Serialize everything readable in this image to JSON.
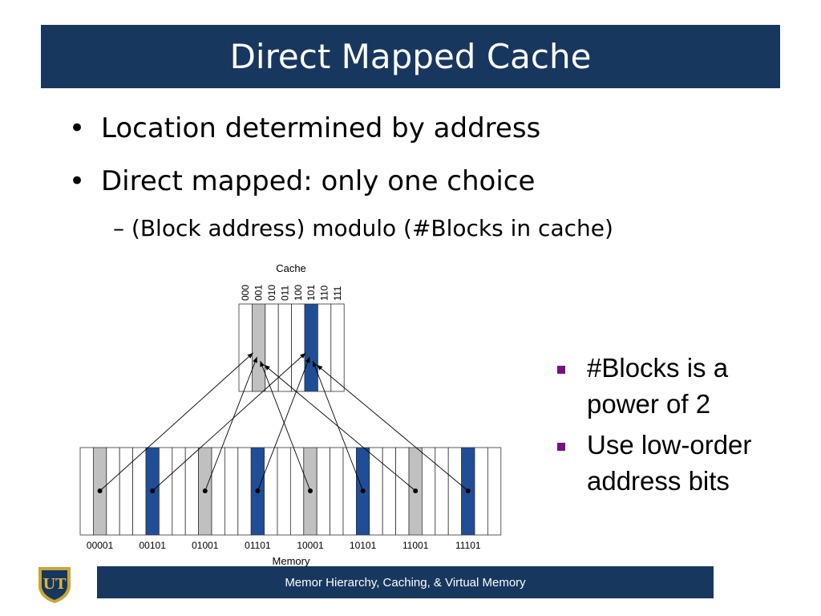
{
  "slide": {
    "title": "Direct Mapped Cache",
    "bullets": [
      {
        "text": "Location determined by address",
        "level": 1
      },
      {
        "text": "Direct mapped: only one choice",
        "level": 1
      },
      {
        "text": "– (Block address) modulo (#Blocks in cache)",
        "level": 2
      }
    ],
    "side_bullets": [
      "#Blocks is a power of 2",
      "Use low-order address bits"
    ],
    "footer": "Memor Hierarchy, Caching, & Virtual Memory",
    "bullet_char": "•",
    "side_bullet_color": "#7a0f86"
  },
  "logo": {
    "letters": "UT"
  },
  "diagram": {
    "cache_label": "Cache",
    "memory_label": "Memory",
    "cache_slots": [
      "000",
      "001",
      "010",
      "011",
      "100",
      "101",
      "110",
      "111"
    ],
    "cache_fills": {
      "001": "gray",
      "101": "blue"
    },
    "memory_labels": [
      "00001",
      "00101",
      "01001",
      "01101",
      "10001",
      "10101",
      "11001",
      "11101"
    ],
    "memory_fills": [
      "gray",
      "blue",
      "gray",
      "blue",
      "gray",
      "blue",
      "gray",
      "blue"
    ],
    "colors": {
      "gray": "#c0c0c0",
      "blue": "#1f4e97",
      "header": "#17375e"
    }
  }
}
